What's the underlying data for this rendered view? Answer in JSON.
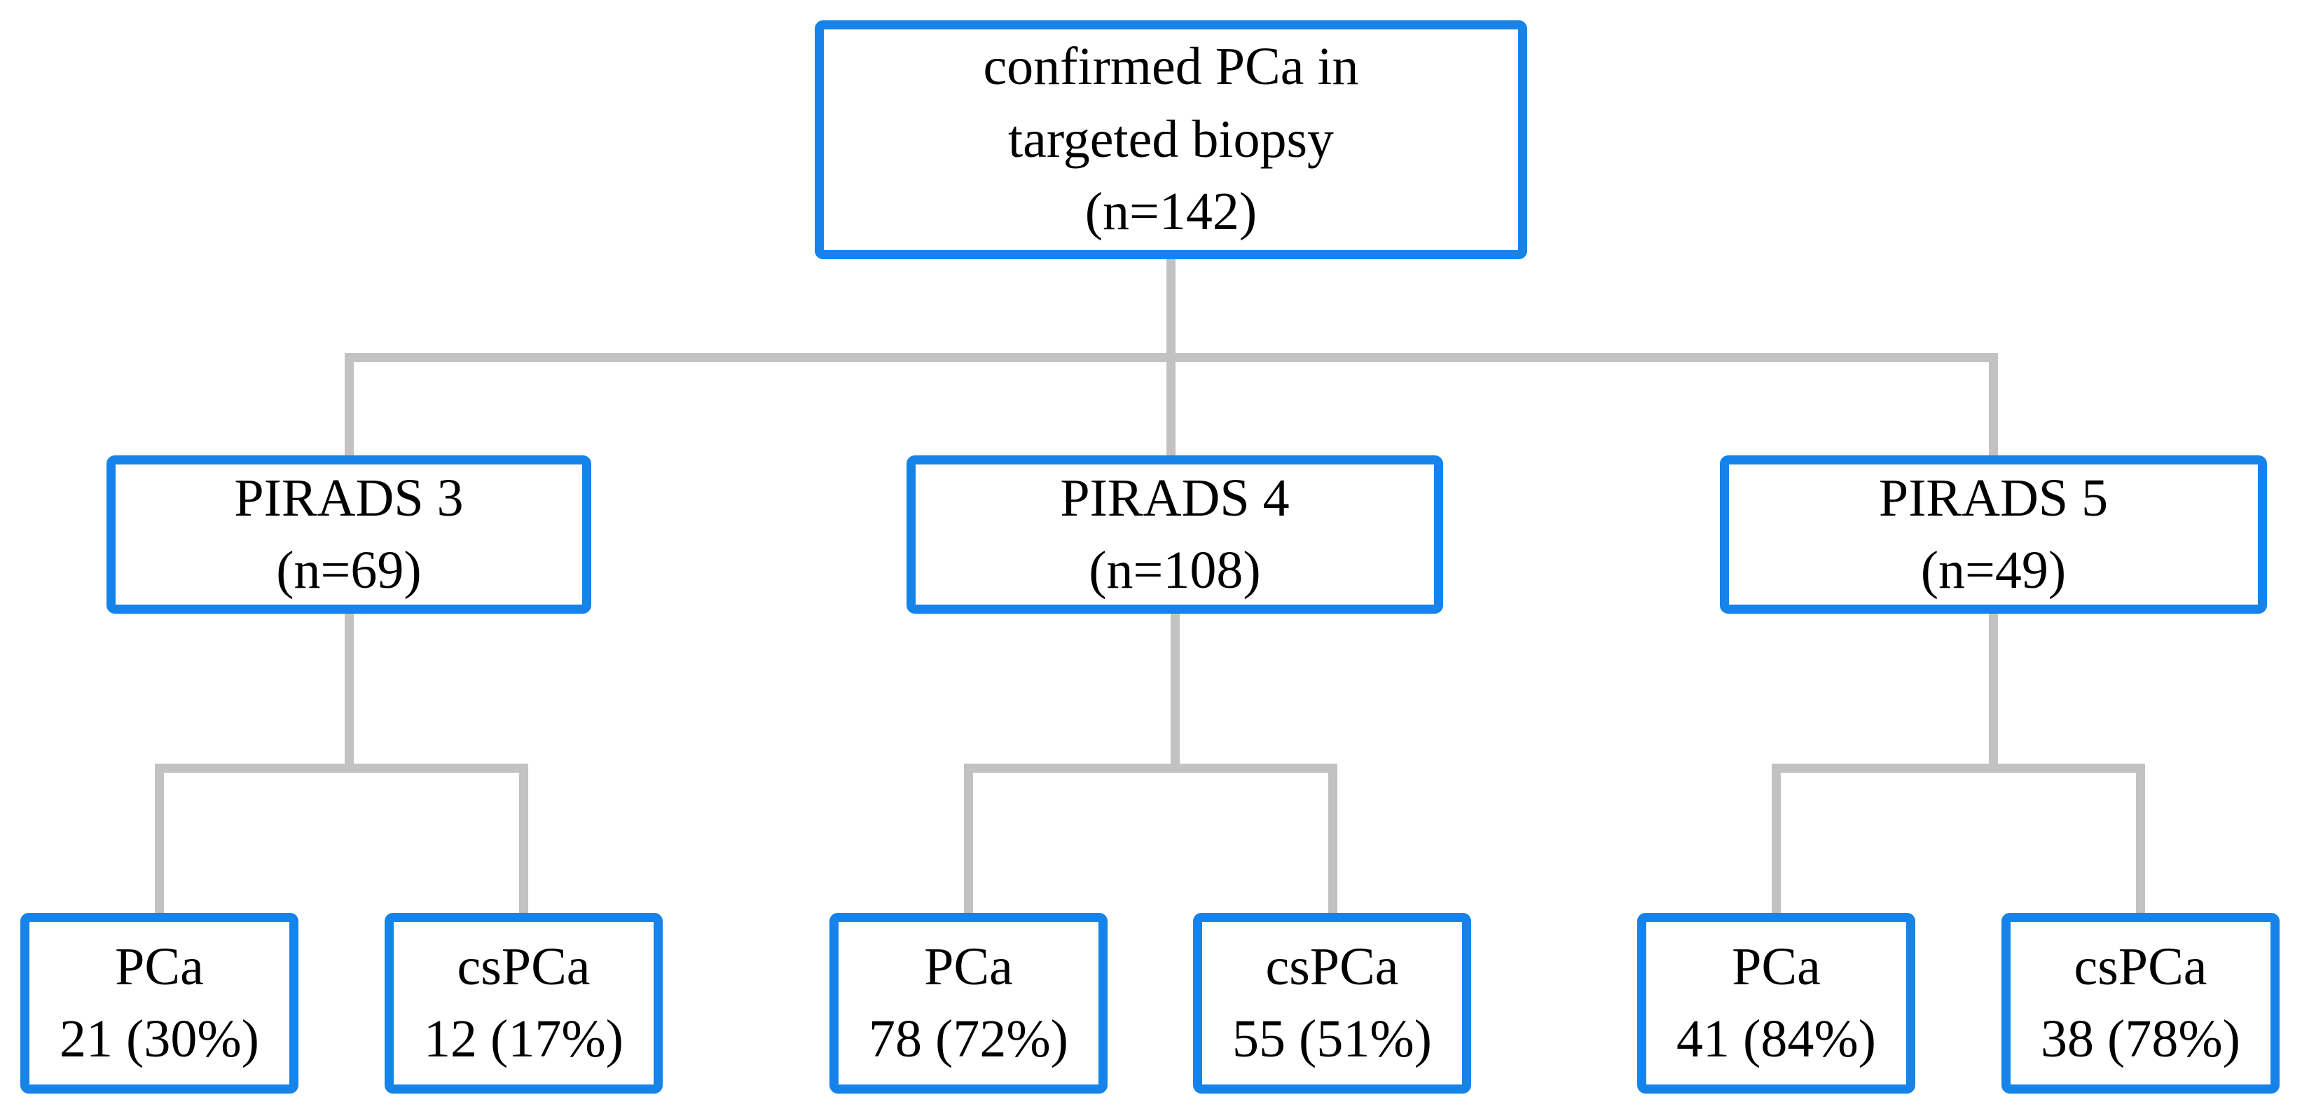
{
  "figure": {
    "background": "#ffffff",
    "accent_border_color": "#1583e9",
    "connector_color": "#c2c2c2",
    "text_color": "#000000",
    "tree": {
      "root": {
        "line1": "confirmed PCa in",
        "line2": "targeted biopsy",
        "line3": "(n=142)"
      },
      "level1": [
        {
          "line1": "PIRADS 3",
          "line2": "(n=69)"
        },
        {
          "line1": "PIRADS 4",
          "line2": "(n=108)"
        },
        {
          "line1": "PIRADS 5",
          "line2": "(n=49)"
        }
      ],
      "level2": [
        {
          "line1": "PCa",
          "line2": "21 (30%)"
        },
        {
          "line1": "csPCa",
          "line2": "12 (17%)"
        },
        {
          "line1": "PCa",
          "line2": "78 (72%)"
        },
        {
          "line1": "csPCa",
          "line2": "55 (51%)"
        },
        {
          "line1": "PCa",
          "line2": "41 (84%)"
        },
        {
          "line1": "csPCa",
          "line2": "38 (78%)"
        }
      ]
    }
  }
}
